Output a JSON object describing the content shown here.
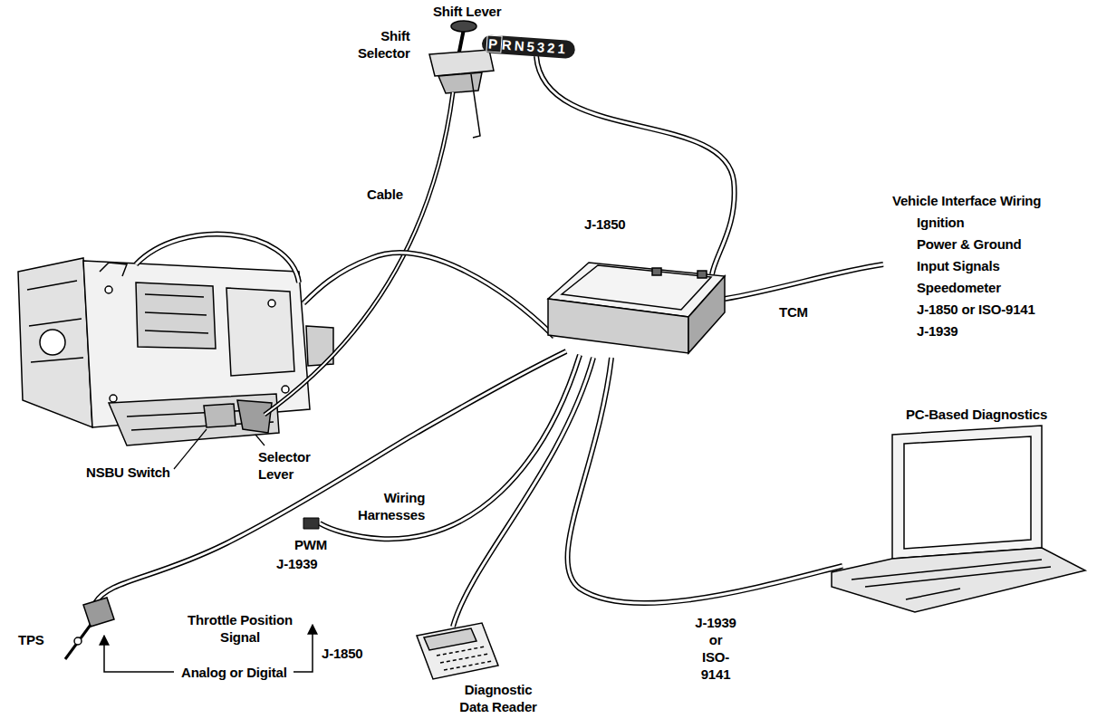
{
  "diagram": {
    "nodes": [
      {
        "text": [
          "PRN5321"
        ]
      }
    ],
    "labels": [
      "Shift Lever",
      "Shift Selector",
      "Cable",
      "J-1850",
      "Vehicle Interface Wiring",
      "Ignition",
      "Power & Ground",
      "Input Signals",
      "Speedometer",
      "J-1850 or ISO-9141",
      "J-1939",
      "TCM",
      "PC-Based Diagnostics",
      "NSBU Switch",
      "Selector Lever",
      "Wiring Harnesses",
      "PWM",
      "J-1939",
      "TPS",
      "Throttle Position Signal",
      "Analog or Digital",
      "J-1850",
      "Diagnostic Data Reader",
      "J-1939",
      "or",
      "ISO-9141"
    ]
  }
}
